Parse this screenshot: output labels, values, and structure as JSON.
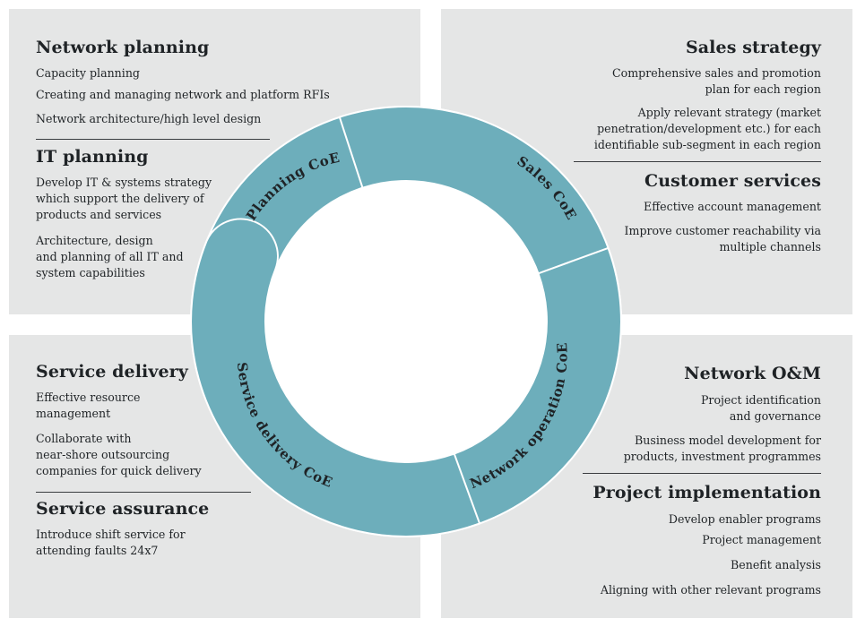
{
  "quadrants": {
    "top_left": {
      "sections": [
        {
          "title": "Network planning",
          "items": [
            "Capacity planning",
            "Creating and managing network and  platform RFIs",
            "Network architecture/high level design"
          ]
        },
        {
          "title": "IT planning",
          "items": [
            [
              "Develop IT & systems strategy",
              "which support the delivery of",
              "products and services"
            ],
            [
              "Architecture, design",
              "and planning of all IT and",
              "system capabilities"
            ]
          ]
        }
      ]
    },
    "top_right": {
      "sections": [
        {
          "title": "Sales strategy",
          "items": [
            [
              "Comprehensive sales and promotion",
              "plan for each region"
            ],
            [
              "Apply relevant strategy (market",
              "penetration/development etc.) for each",
              "identifiable sub-segment in each region"
            ]
          ]
        },
        {
          "title": "Customer services",
          "items": [
            [
              "Effective account management"
            ],
            [
              "Improve customer reachability via",
              "multiple channels"
            ]
          ]
        }
      ]
    },
    "bottom_left": {
      "sections": [
        {
          "title": "Service delivery",
          "items": [
            [
              "Effective resource",
              "management"
            ],
            [
              "Collaborate with",
              "near-shore outsourcing",
              "companies for quick delivery"
            ]
          ]
        },
        {
          "title": "Service assurance",
          "items": [
            [
              "Introduce shift service for",
              "attending faults 24x7"
            ]
          ]
        }
      ]
    },
    "bottom_right": {
      "sections": [
        {
          "title": "Network O&M",
          "items": [
            [
              "Project identification",
              "and governance"
            ],
            [
              "Business model development for",
              "products, investment programmes"
            ]
          ]
        },
        {
          "title": "Project implementation",
          "items": [
            "Develop enabler programs",
            "Project management",
            "Benefit analysis",
            "Aligning with other relevant programs"
          ]
        }
      ]
    }
  },
  "wheel": {
    "segments": [
      "Planning CoE",
      "Sales CoE",
      "Network operation CoE",
      "Service delivery CoE"
    ],
    "ring_color": "#6daebb",
    "outline_color": "#ffffff"
  }
}
